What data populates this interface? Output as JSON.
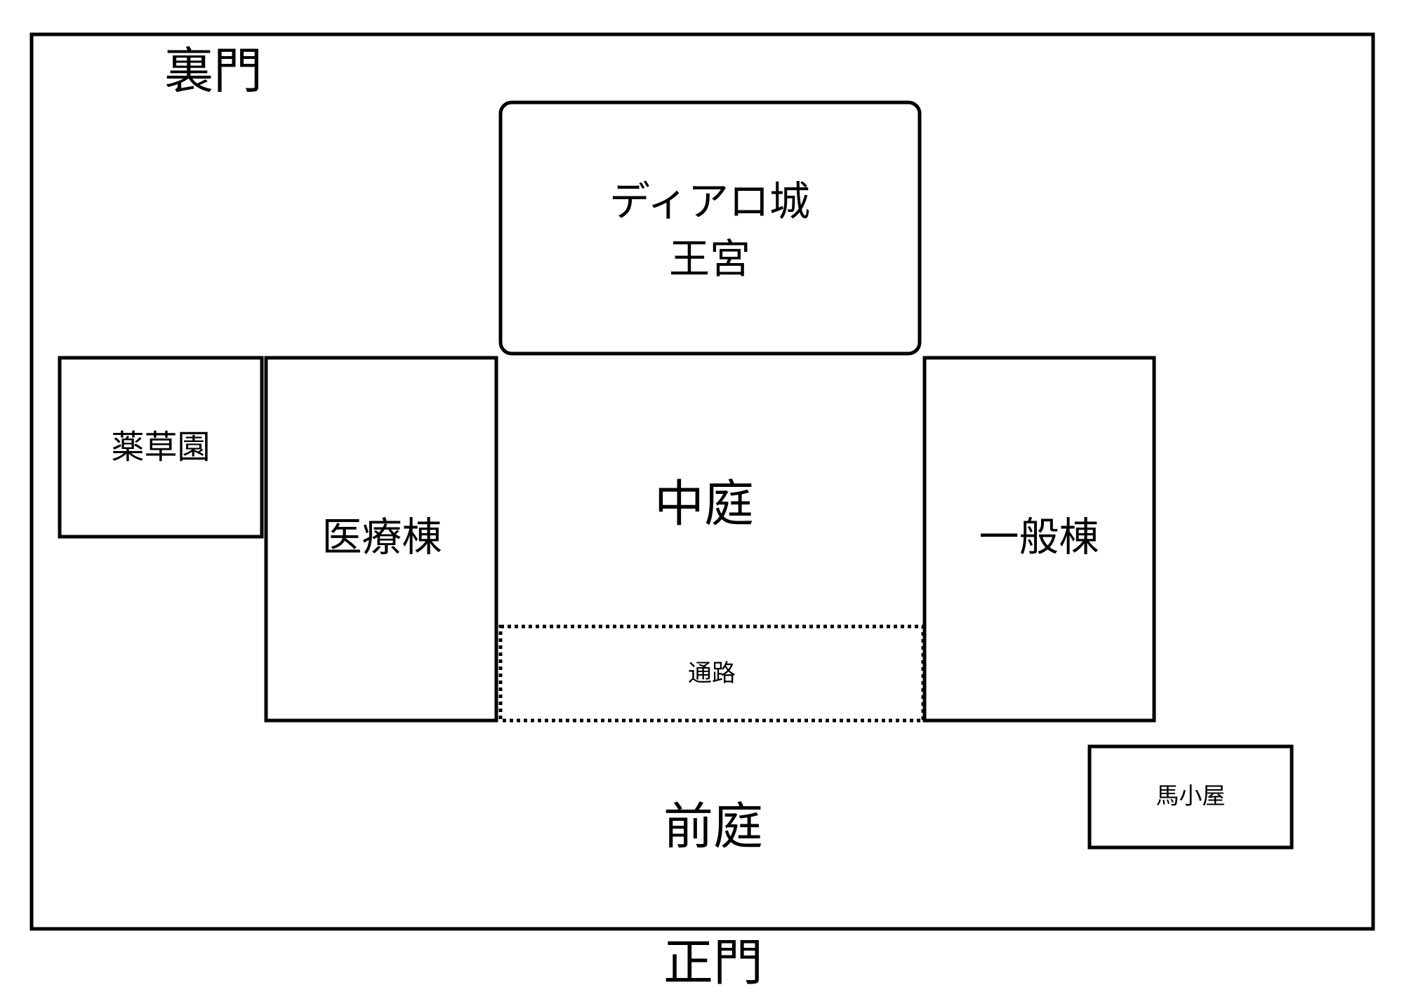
{
  "labels": {
    "back_gate": "裏門",
    "castle_line1": "ディアロ城",
    "castle_line2": "王宮",
    "herb_garden": "薬草園",
    "medical_wing": "医療棟",
    "courtyard": "中庭",
    "general_wing": "一般棟",
    "passage": "通路",
    "stable": "馬小屋",
    "front_garden": "前庭",
    "main_gate": "正門"
  },
  "colors": {
    "stroke": "#000000",
    "background": "#ffffff"
  }
}
